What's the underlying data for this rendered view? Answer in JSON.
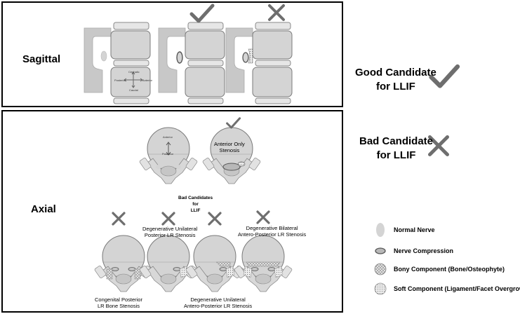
{
  "sagittal": {
    "title": "Sagittal",
    "directions": {
      "cephalic": "Cephalic",
      "anterior": "Anterior",
      "posterior": "Posterior",
      "caudal": "Caudal"
    }
  },
  "axial": {
    "title": "Axial",
    "top_directions": {
      "anterior": "Anterior",
      "posterior": "Posterior"
    },
    "anterior_only": "Anterior Only\nStenosis",
    "bad_candidates": "Bad Candidates\nfor\nLLIF",
    "labels": {
      "congenital": "Congenital Posterior\nLR Bone Stenosis",
      "deg_uni_post": "Degenerative Unilateral\nPosterior LR Stenosis",
      "deg_uni_ap": "Degenerative Unilateral\nAntero-Posterior LR Stenosis",
      "deg_bi_ap": "Degenerative Bilateral\nAntero-Posterior LR Stenosis"
    }
  },
  "side": {
    "good": "Good Candidate\nfor LLIF",
    "bad": "Bad Candidate\nfor LLIF"
  },
  "legend": [
    {
      "label": "Normal Nerve",
      "symbol": "normal-nerve"
    },
    {
      "label": "Nerve Compression",
      "symbol": "nerve-compression"
    },
    {
      "label": "Bony Component (Bone/Osteophyte)",
      "symbol": "bony-component"
    },
    {
      "label": "Soft Component (Ligament/Facet Overgrowth)",
      "symbol": "soft-component"
    }
  ],
  "colors": {
    "check": "#6e6e6e",
    "cross": "#6e6e6e",
    "bone_fill": "#d4d4d4",
    "bone_stroke": "#7a7a7a",
    "post_fill": "#c8c8c8"
  }
}
